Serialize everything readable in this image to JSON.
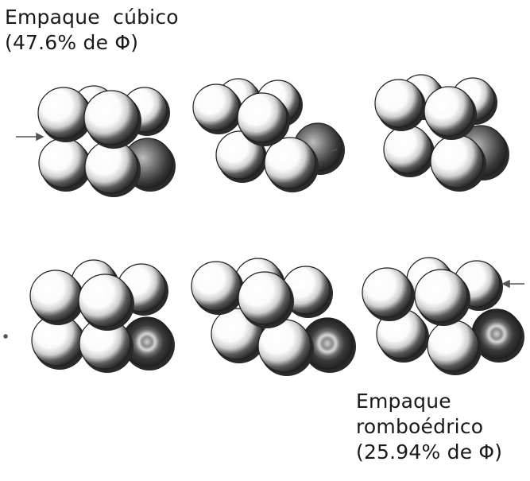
{
  "labels": {
    "cubic": {
      "line1": "Empaque  cúbico",
      "line2": "(47.6% de Φ)"
    },
    "rhombohedral": {
      "line1": "Empaque",
      "line2": "romboédrico",
      "line3": "(25.94% de Φ)"
    }
  },
  "colors": {
    "background": "#ffffff",
    "sphere_light": "#ffffff",
    "sphere_shadow": "#262626",
    "text": "#1a1a1a"
  }
}
